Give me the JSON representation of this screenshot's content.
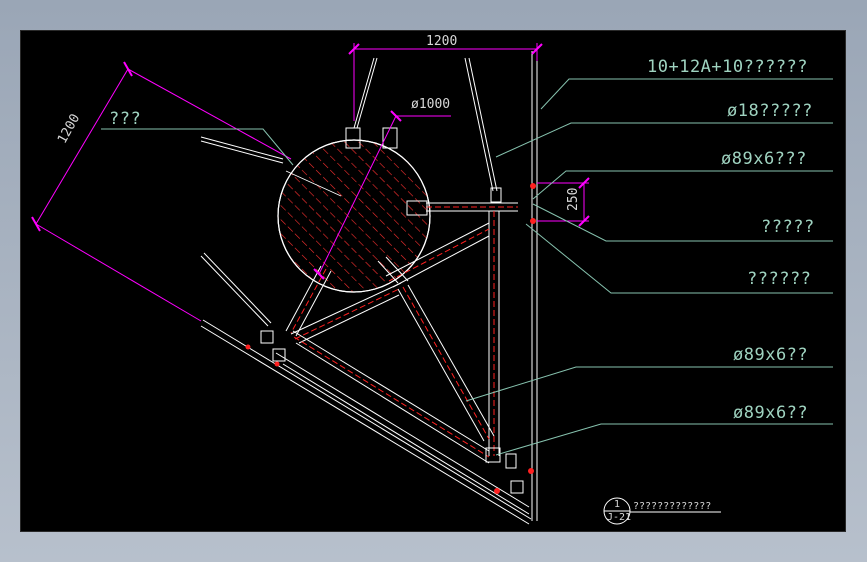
{
  "dimensions": {
    "top_width": "1200",
    "diagonal_length": "1200",
    "circle_diameter": "ø1000",
    "offset": "250"
  },
  "callouts": {
    "top_left": "???",
    "glass": "10+12A+10??????",
    "rod": "ø18?????",
    "tube_upper": "ø89x6???",
    "bracket_a": "?????",
    "bracket_b": "??????",
    "tube_mid": "ø89x6??",
    "tube_low": "ø89x6??"
  },
  "title_block": {
    "number": "1",
    "sheet": "J-21",
    "caption": "?????????????"
  },
  "colors": {
    "background": "#000000",
    "dimension": "#ff00ff",
    "leader": "#86c2ae",
    "steel": "#ffffff",
    "center_line": "#ff2020",
    "hatch": "#ff3030"
  }
}
